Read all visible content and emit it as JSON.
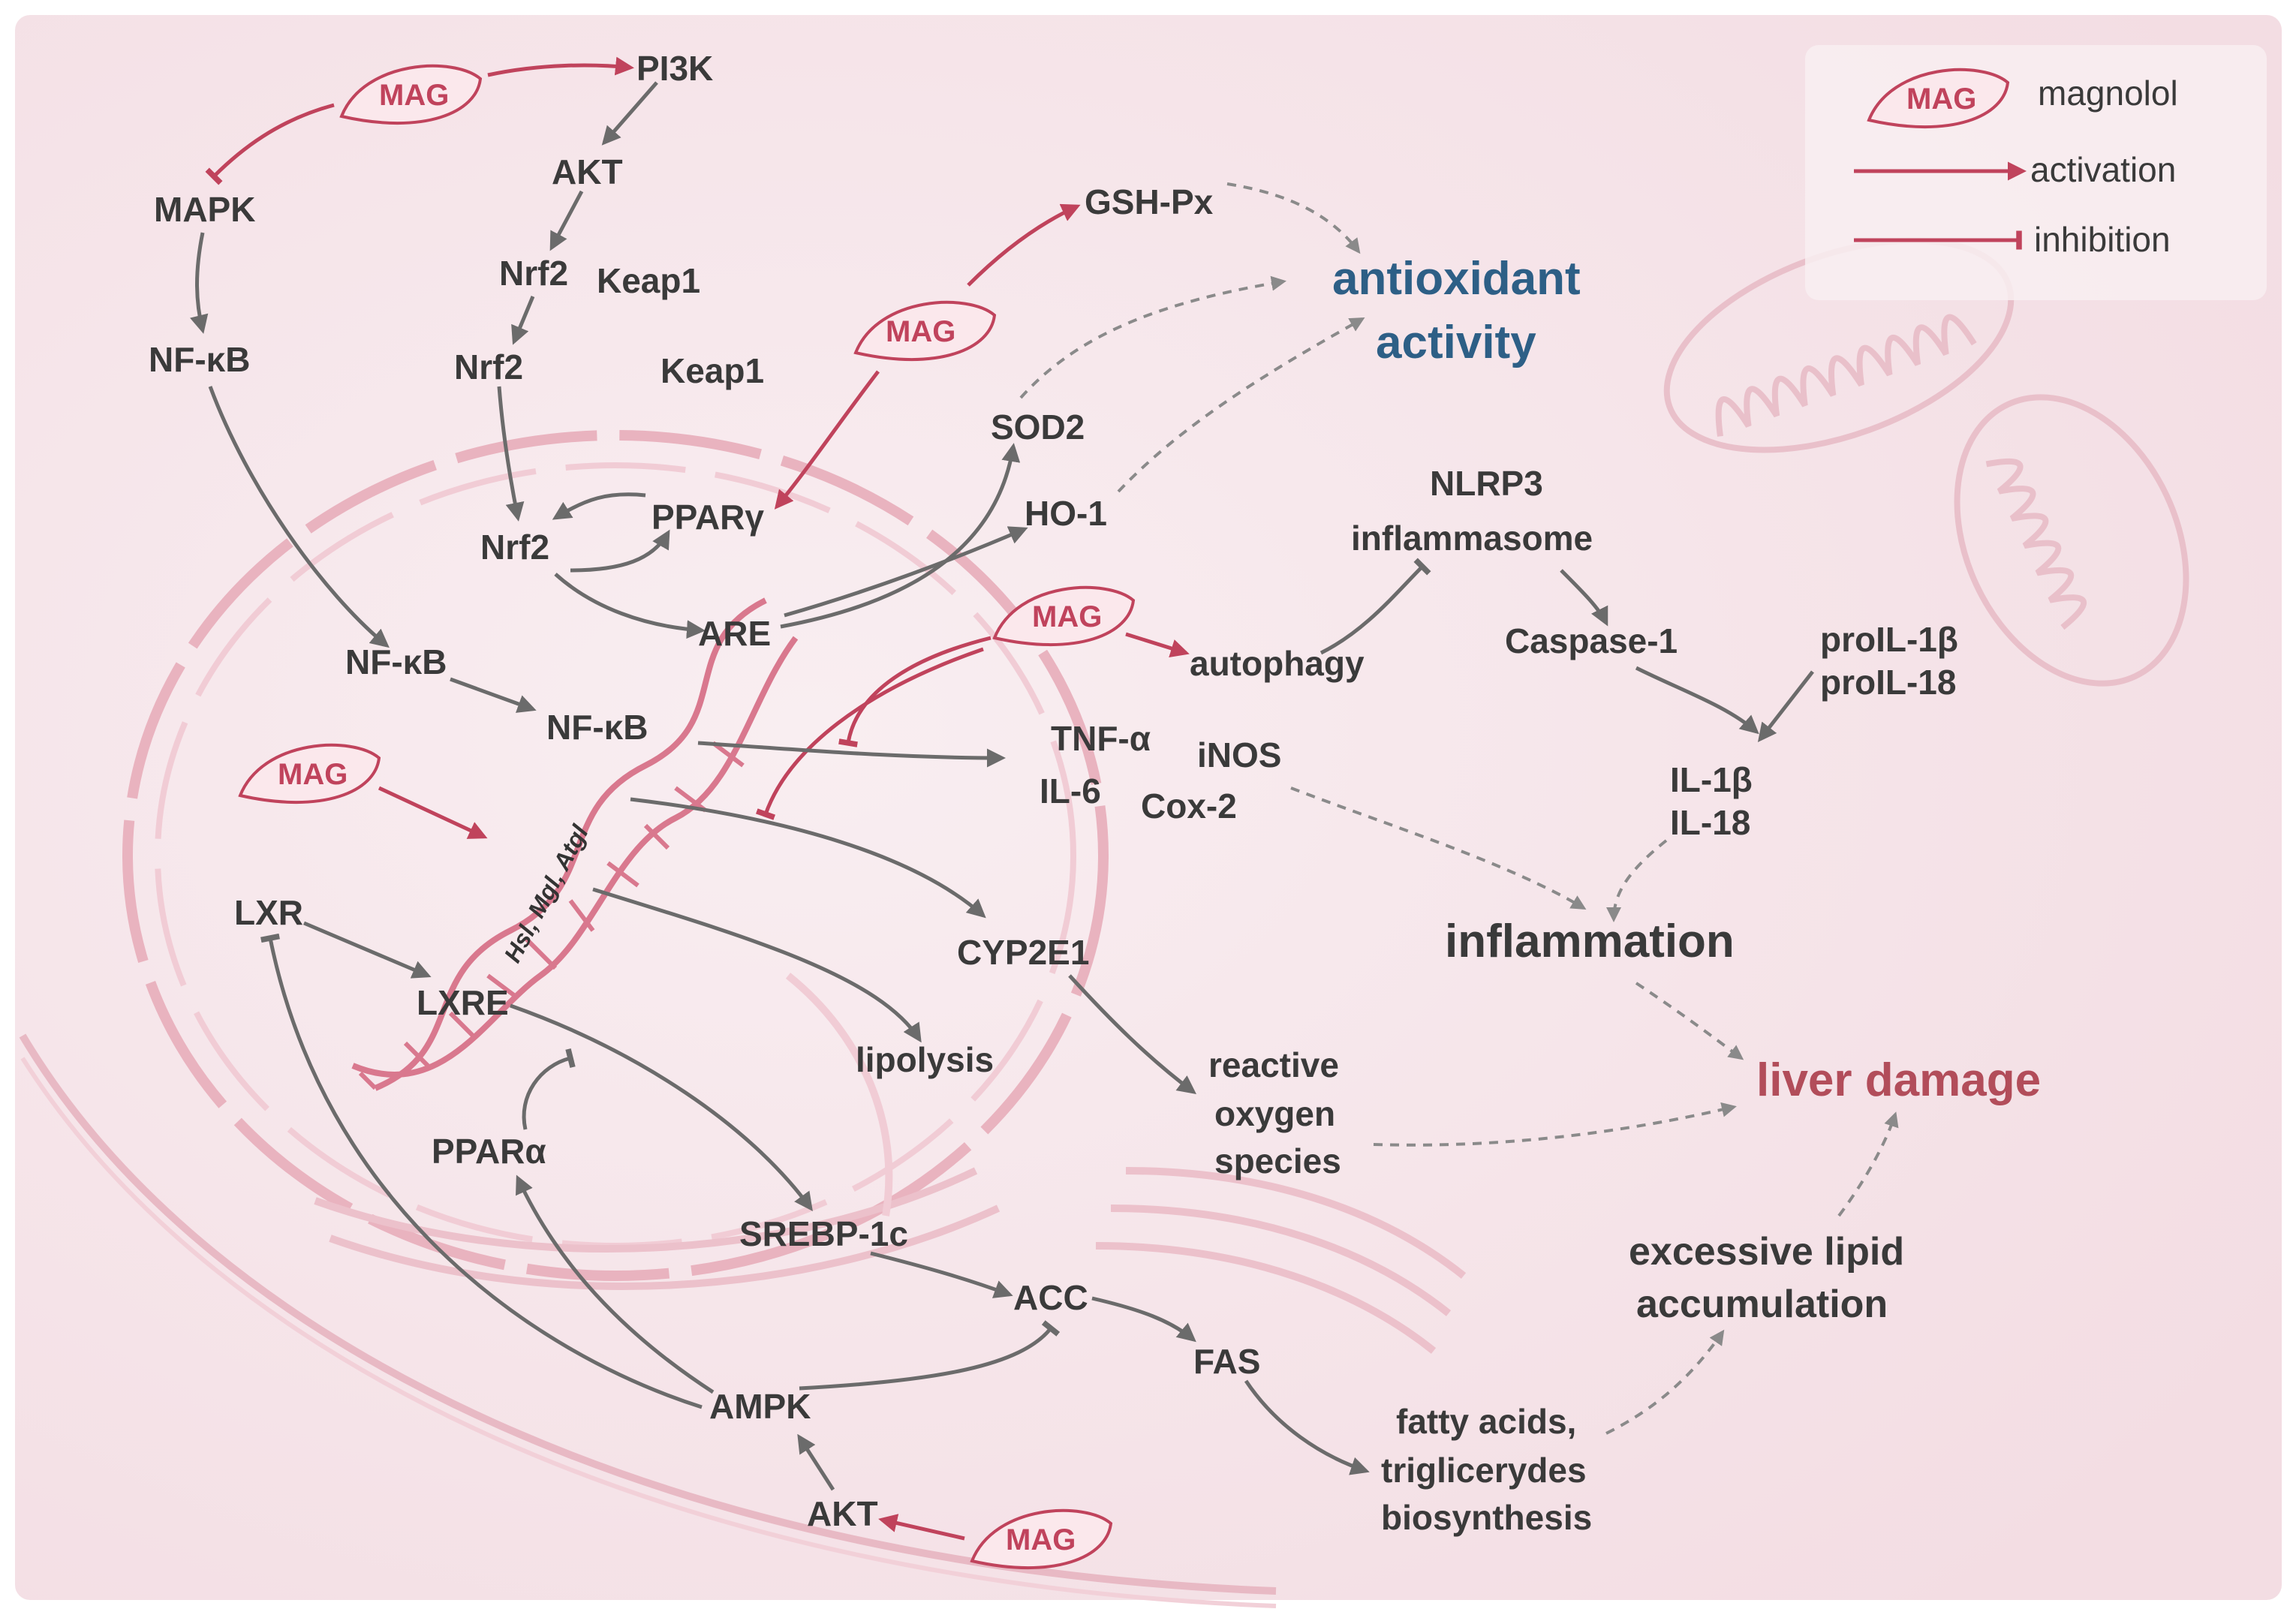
{
  "legend": {
    "mag_label": "MAG",
    "magnolol": "magnolol",
    "activation": "activation",
    "inhibition": "inhibition"
  },
  "mag_badge": "MAG",
  "nodes": {
    "pi3k": "PI3K",
    "akt_top": "AKT",
    "mapk": "MAPK",
    "nrf2_a": "Nrf2",
    "keap1_a": "Keap1",
    "nfkb_a": "NF-κB",
    "nrf2_b": "Nrf2",
    "keap1_b": "Keap1",
    "gshpx": "GSH-Px",
    "sod2": "SOD2",
    "ho1": "HO-1",
    "nrf2_c": "Nrf2",
    "ppar_gamma": "PPARγ",
    "are": "ARE",
    "nlrp3_1": "NLRP3",
    "nlrp3_2": "inflammasome",
    "autophagy": "autophagy",
    "caspase1": "Caspase-1",
    "proil1b": "proIL-1β",
    "proil18": "proIL-18",
    "nfkb_b": "NF-κB",
    "nfkb_c": "NF-κB",
    "tnfa": "TNF-α",
    "inos": "iNOS",
    "il6": "IL-6",
    "cox2": "Cox-2",
    "il1b": "IL-1β",
    "il18": "IL-18",
    "lxr": "LXR",
    "lxre": "LXRE",
    "cyp2e1": "CYP2E1",
    "lipolysis": "lipolysis",
    "ros_1": "reactive",
    "ros_2": "oxygen",
    "ros_3": "species",
    "ppar_alpha": "PPARα",
    "srebp": "SREBP-1c",
    "acc": "ACC",
    "fas": "FAS",
    "ampk": "AMPK",
    "akt_bottom": "AKT",
    "fa_1": "fatty acids,",
    "fa_2": "triglicerydes",
    "fa_3": "biosynthesis",
    "dna_genes": "Hsl, Mgl, Atgl"
  },
  "outcomes": {
    "antioxidant_1": "antioxidant",
    "antioxidant_2": "activity",
    "inflammation": "inflammation",
    "liver_damage": "liver damage",
    "lipid_1": "excessive lipid",
    "lipid_2": "accumulation"
  },
  "colors": {
    "magnolol": "#c0435c",
    "activation_arrow": "#c0435c",
    "pathway_arrow": "#6b6b6b",
    "antioxidant_text": "#2d5f86",
    "liver_damage_text": "#b24d5a",
    "background": "#f6e3e8"
  },
  "icons": [
    "mag-leaf-icon",
    "dna-helix-icon",
    "nucleus-icon",
    "mitochondria-icon",
    "endoplasmic-reticulum-icon"
  ]
}
